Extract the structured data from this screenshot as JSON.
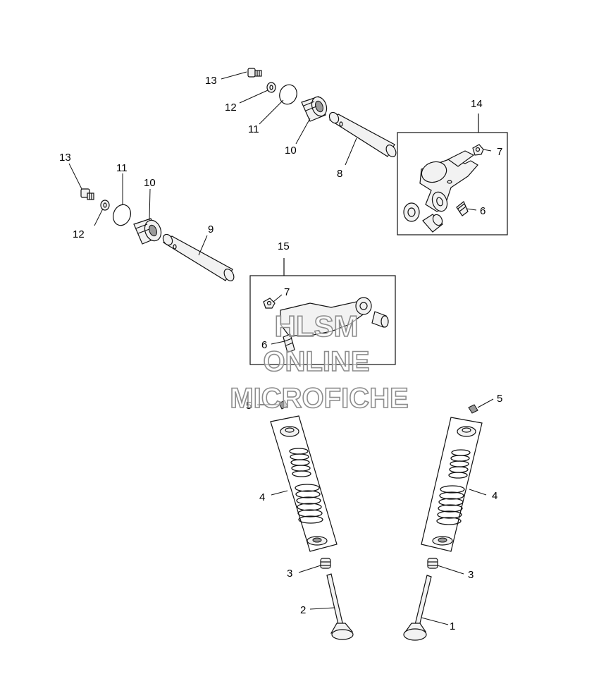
{
  "diagram": {
    "callouts": {
      "c1": "1",
      "c2": "2",
      "c3a": "3",
      "c3b": "3",
      "c4a": "4",
      "c4b": "4",
      "c5a": "5",
      "c5b": "5",
      "c6a": "6",
      "c6b": "6",
      "c7a": "7",
      "c7b": "7",
      "c8": "8",
      "c9": "9",
      "c10a": "10",
      "c10b": "10",
      "c11a": "11",
      "c11b": "11",
      "c12a": "12",
      "c12b": "12",
      "c13a": "13",
      "c13b": "13",
      "c14": "14",
      "c15": "15"
    }
  },
  "watermark": {
    "line1": "HLSM",
    "line2": "ONLINE",
    "line3": "MICROFICHE"
  }
}
